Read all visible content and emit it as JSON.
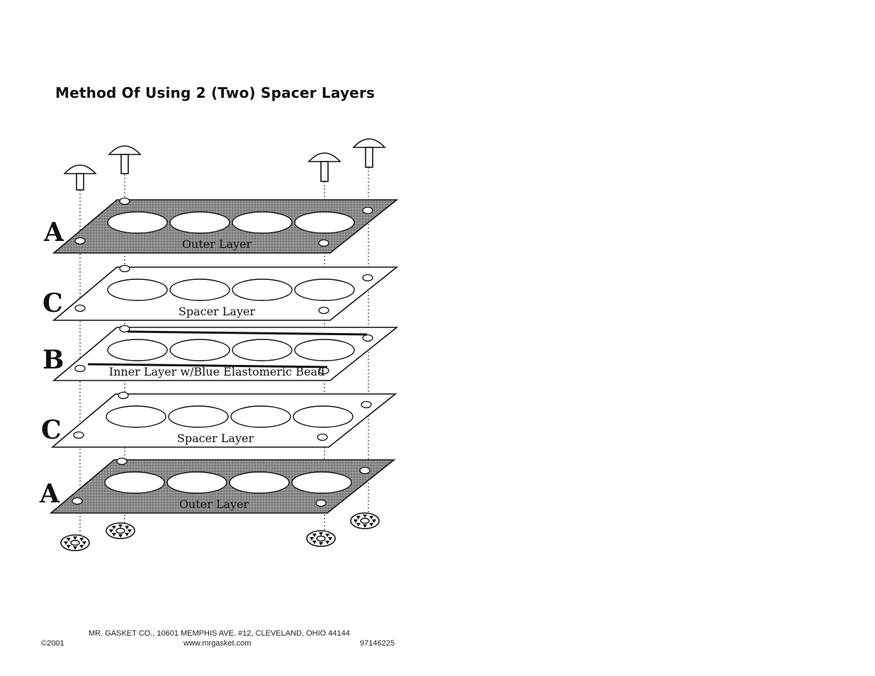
{
  "title": "Method Of Using 2 (Two) Spacer Layers",
  "layers": [
    {
      "letter": "A",
      "caption": "Outer Layer",
      "fill": "shaded"
    },
    {
      "letter": "C",
      "caption": "Spacer Layer",
      "fill": "plain"
    },
    {
      "letter": "B",
      "caption": "Inner Layer w/Blue Elastomeric Bead",
      "fill": "plain"
    },
    {
      "letter": "C",
      "caption": "Spacer Layer",
      "fill": "plain"
    },
    {
      "letter": "A",
      "caption": "Outer Layer",
      "fill": "shaded"
    }
  ],
  "colors": {
    "ink": "#111111",
    "shade": "#8a8a8a",
    "paper": "#ffffff"
  },
  "footer": {
    "address": "MR. GASKET CO., 10601 MEMPHIS AVE. #12, CLEVELAND, OHIO 44144",
    "copyright": "©2001",
    "website": "www.mrgasket.com",
    "part_number": "97146225"
  }
}
